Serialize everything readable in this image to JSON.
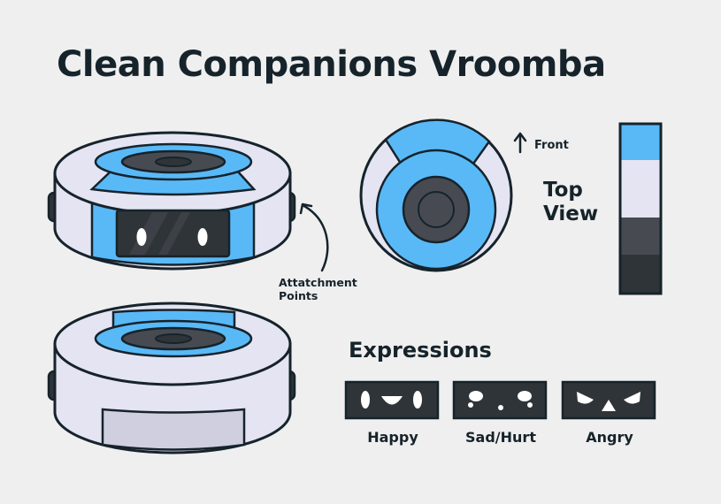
{
  "title": "Clean Companions Vroomba",
  "labels": {
    "front": "Front",
    "top_view_line1": "Top",
    "top_view_line2": "View",
    "attachment_line1": "Attatchment",
    "attachment_line2": "Points",
    "expressions": "Expressions"
  },
  "expressions": [
    {
      "name": "Happy"
    },
    {
      "name": "Sad/Hurt"
    },
    {
      "name": "Angry"
    }
  ],
  "palette": {
    "outline": "#16232b",
    "body": "#e5e4f2",
    "body_shade": "#cfcfe0",
    "blue": "#59b9f7",
    "blue_dark": "#3a97d6",
    "gray_dark": "#474b51",
    "charcoal": "#2f3438",
    "background": "#efefef"
  }
}
